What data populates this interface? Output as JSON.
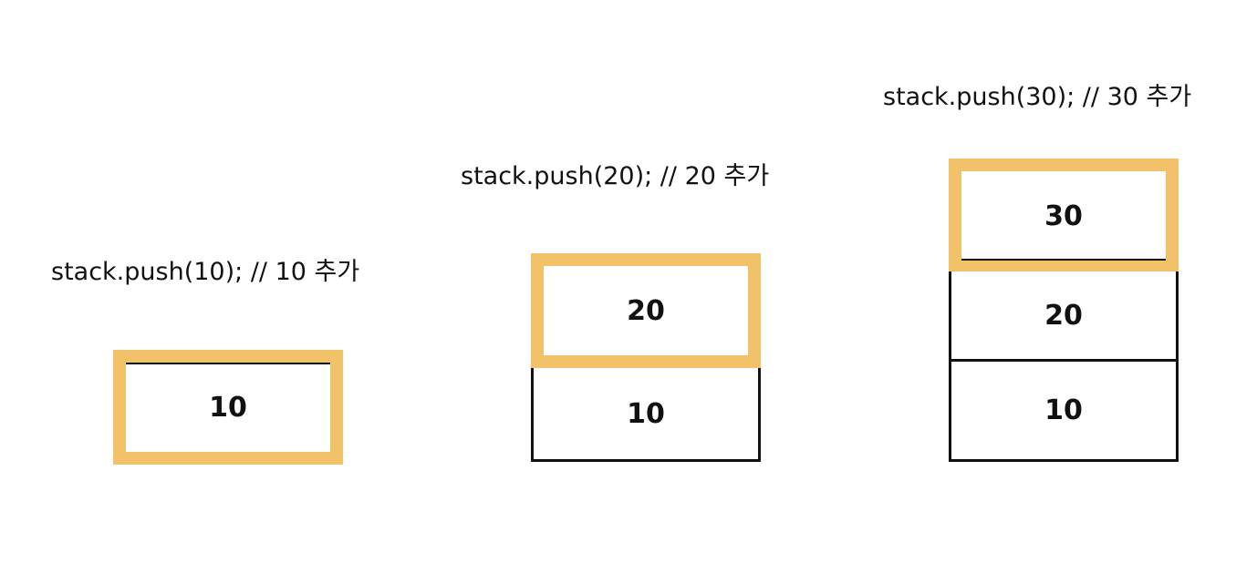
{
  "colors": {
    "highlight": "#f2c26b",
    "border": "#111111",
    "background": "#ffffff"
  },
  "steps": [
    {
      "caption": "stack.push(10); // 10 추가",
      "stack": [
        "10"
      ],
      "pushed": "10"
    },
    {
      "caption": "stack.push(20); // 20 추가",
      "stack": [
        "20",
        "10"
      ],
      "pushed": "20"
    },
    {
      "caption": "stack.push(30); // 30 추가",
      "stack": [
        "30",
        "20",
        "10"
      ],
      "pushed": "30"
    }
  ]
}
